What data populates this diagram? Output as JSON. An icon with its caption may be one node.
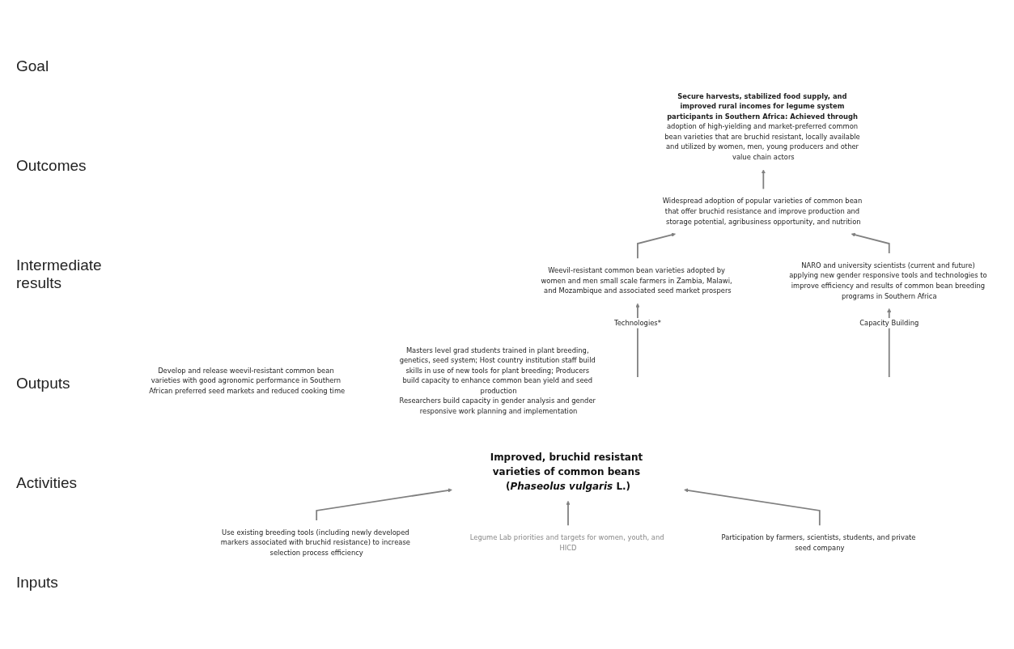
{
  "diagram": {
    "nodes": [
      {
        "text": [
          "**Secure harvests, stabilized food supply, and improved rural incomes for legume system participants in Southern Africa: Achieved through** adoption of high-yielding and market-preferred common bean varieties that are bruchid resistant, locally available and utilized by women, men, young producers and other value chain actors"
        ]
      },
      {
        "text": [
          "Widespread adoption of popular varieties of common bean that offer bruchid resistance and improve production and storage potential, agribusiness opportunity, and nutrition"
        ]
      },
      {
        "text": [
          "Weevil-resistant common bean varieties adopted by women and men small scale farmers in Zambia, Malawi, and Mozambique and associated seed market prospers"
        ]
      },
      {
        "text": [
          "NARO and university scientists (current and future) applying new gender responsive tools and technologies to improve efficiency and results of common bean breeding programs in Southern Africa"
        ]
      },
      {
        "text": [
          "Develop and release weevil-resistant common bean varieties with good agronomic performance in Southern African preferred seed markets and reduced cooking time"
        ]
      },
      {
        "text": [
          "Masters level grad students trained in plant breeding, genetics, seed system; Host country institution staff build skills in use of new tools for plant breeding; Producers build capacity to enhance common bean yield and seed production",
          "Researchers build capacity in gender analysis and gender responsive work planning and implementation"
        ]
      },
      {
        "text": [
          "Improved, bruchid resistant varieties of common beans (*Phaseolus vulgaris* L.)"
        ]
      },
      {
        "text": [
          "Use existing breeding tools (including newly developed markers associated with bruchid resistance) to increase selection process efficiency"
        ]
      },
      {
        "text": [
          "Legume Lab priorities and targets for women, youth, and HICD"
        ]
      },
      {
        "text": [
          "Participation by farmers, scientists, students, and private seed company"
        ]
      }
    ],
    "edges": [
      {
        "from": 1,
        "to": 0,
        "arrow": "to"
      },
      {
        "from": 2,
        "to": 1,
        "arrow": "to"
      },
      {
        "from": 3,
        "to": 1,
        "arrow": "to"
      },
      {
        "from": null,
        "to": 2,
        "arrow": "to",
        "label": "Technologies*"
      },
      {
        "from": null,
        "to": 3,
        "arrow": "to",
        "label": "Capacity Building"
      },
      {
        "from": 7,
        "to": 6,
        "arrow": "to"
      },
      {
        "from": 8,
        "to": 6,
        "arrow": "to"
      },
      {
        "from": 9,
        "to": 6,
        "arrow": "to"
      }
    ],
    "labels": [
      "Goal",
      "Outcomes",
      "Intermediate results",
      "Outputs",
      "Activities",
      "Inputs"
    ]
  }
}
